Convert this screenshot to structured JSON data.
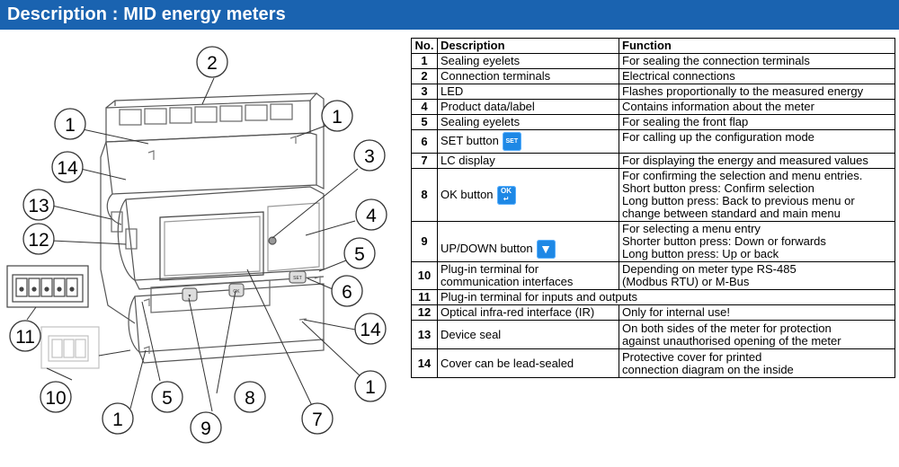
{
  "header": {
    "title": "Description : MID energy meters"
  },
  "diagram": {
    "callouts": [
      "2",
      "1",
      "1",
      "14",
      "3",
      "13",
      "4",
      "12",
      "5",
      "6",
      "11",
      "14",
      "10",
      "5",
      "8",
      "1",
      "1",
      "9",
      "7"
    ],
    "button_labels": {
      "set": "SET",
      "ok": "OK",
      "down": "▼"
    }
  },
  "table": {
    "headers": {
      "no": "No.",
      "description": "Description",
      "function": "Function"
    },
    "rows": [
      {
        "no": "1",
        "description": "Sealing eyelets",
        "function": [
          "For sealing the connection terminals"
        ]
      },
      {
        "no": "2",
        "description": "Connection terminals",
        "function": [
          "Electrical connections"
        ]
      },
      {
        "no": "3",
        "description": "LED",
        "function": [
          "Flashes proportionally to the measured energy"
        ]
      },
      {
        "no": "4",
        "description": "Product data/label",
        "function": [
          "Contains information about the meter"
        ]
      },
      {
        "no": "5",
        "description": "Sealing eyelets",
        "function": [
          "For sealing the front flap"
        ]
      },
      {
        "no": "6",
        "description": "SET button",
        "icon": "set-button-icon",
        "icon_text": "SET",
        "function": [
          "For calling up the configuration mode"
        ]
      },
      {
        "no": "7",
        "description": "LC display",
        "function": [
          "For displaying the energy and measured values"
        ]
      },
      {
        "no": "8",
        "description": "OK button",
        "icon": "ok-button-icon",
        "icon_text": "OK",
        "function": [
          "For confirming the selection and menu entries.",
          "Short button press: Confirm selection",
          "Long button press: Back to previous menu or",
          "change between standard and main menu"
        ]
      },
      {
        "no": "9",
        "description": "UP/DOWN button",
        "icon": "down-button-icon",
        "icon_text": "▼",
        "function": [
          "For selecting a menu entry",
          "Shorter button press: Down or forwards",
          "Long button press: Up or back"
        ]
      },
      {
        "no": "10",
        "description": [
          "Plug-in terminal for",
          "communication interfaces"
        ],
        "function": [
          "Depending on meter type RS-485",
          "(Modbus RTU) or M-Bus"
        ]
      },
      {
        "no": "11",
        "description": "Plug-in terminal for inputs and outputs",
        "span": true
      },
      {
        "no": "12",
        "description": "Optical infra-red interface (IR)",
        "function": [
          "Only for internal use!"
        ]
      },
      {
        "no": "13",
        "description": "Device seal",
        "function": [
          "On both sides of the meter for protection",
          "against unauthorised opening of the meter"
        ]
      },
      {
        "no": "14",
        "description": "Cover can be lead-sealed",
        "function": [
          "Protective cover for printed",
          "connection diagram on the inside"
        ]
      }
    ]
  },
  "colors": {
    "header_bg": "#1a63b0",
    "icon_blue": "#1e88e5"
  }
}
